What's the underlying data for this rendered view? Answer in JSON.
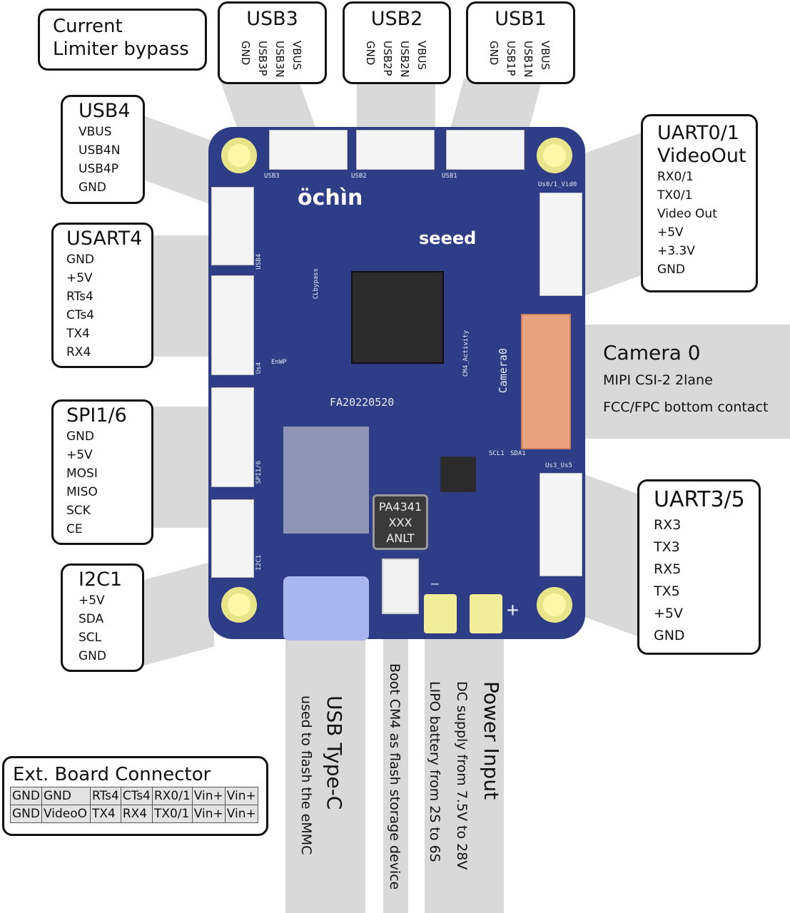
{
  "labels": {
    "current_limiter": "Current Limiter bypass",
    "usb3": {
      "title": "USB3",
      "pins": [
        "VBUS",
        "USB3N",
        "USB3P",
        "GND"
      ]
    },
    "usb2": {
      "title": "USB2",
      "pins": [
        "VBUS",
        "USB2N",
        "USB2P",
        "GND"
      ]
    },
    "usb1": {
      "title": "USB1",
      "pins": [
        "VBUS",
        "USB1N",
        "USB1P",
        "GND"
      ]
    },
    "usb4": {
      "title": "USB4",
      "pins": [
        "VBUS",
        "USB4N",
        "USB4P",
        "GND"
      ]
    },
    "usart4": {
      "title": "USART4",
      "pins": [
        "GND",
        "+5V",
        "RTs4",
        "CTs4",
        "TX4",
        "RX4"
      ]
    },
    "spi": {
      "title": "SPI1/6",
      "pins": [
        "GND",
        "+5V",
        "MOSI",
        "MISO",
        "SCK",
        "CE"
      ]
    },
    "i2c1": {
      "title": "I2C1",
      "pins": [
        "+5V",
        "SDA",
        "SCL",
        "GND"
      ]
    },
    "uart01": {
      "title1": "UART0/1",
      "title2": "VideoOut",
      "pins": [
        "RX0/1",
        "TX0/1",
        "Video Out",
        "+5V",
        "+3.3V",
        "GND"
      ]
    },
    "camera": {
      "title": "Camera 0",
      "line1": "MIPI CSI-2 2lane",
      "line2": "FCC/FPC bottom contact"
    },
    "uart35": {
      "title": "UART3/5",
      "pins": [
        "RX3",
        "TX3",
        "RX5",
        "TX5",
        "+5V",
        "GND"
      ]
    },
    "usbc": {
      "title": "USB Type-C",
      "desc": "used to flash the eMMC"
    },
    "boot": {
      "desc": "Boot CM4 as flash storage device"
    },
    "power": {
      "title": "Power Input",
      "line1": "DC supply from 7.5V to 28V",
      "line2": "LIPO battery from 2S to 6S"
    },
    "ext": {
      "title": "Ext. Board Connector",
      "rows": [
        [
          "GND",
          "GND",
          "RTs4",
          "CTs4",
          "RX0/1",
          "Vin+",
          "Vin+"
        ],
        [
          "GND",
          "VideoO",
          "TX4",
          "RX4",
          "TX0/1",
          "Vin+",
          "Vin+"
        ]
      ]
    }
  },
  "board": {
    "color": "#2e3d86",
    "silk": {
      "usb3": "USB3",
      "usb2": "USB2",
      "usb1": "USB1",
      "us01": "Us0/1_Vid0",
      "usb4": "USB4",
      "us4": "Us4",
      "enwp": "EnWP",
      "spi": "SPI1/6",
      "i2c": "I2C1",
      "clbypass": "CLbypass",
      "activity": "CM4_Activity",
      "camera": "Camera0",
      "scl": "SCL1",
      "sda": "SDA1",
      "us35": "Us3_Us5",
      "date": "FA20220520",
      "minus": "—",
      "plus": "+"
    },
    "logo_ochin": "öchìn",
    "logo_seeed": "seeed",
    "chip_text": [
      "PA4341",
      "XXX",
      "ANLT"
    ]
  }
}
